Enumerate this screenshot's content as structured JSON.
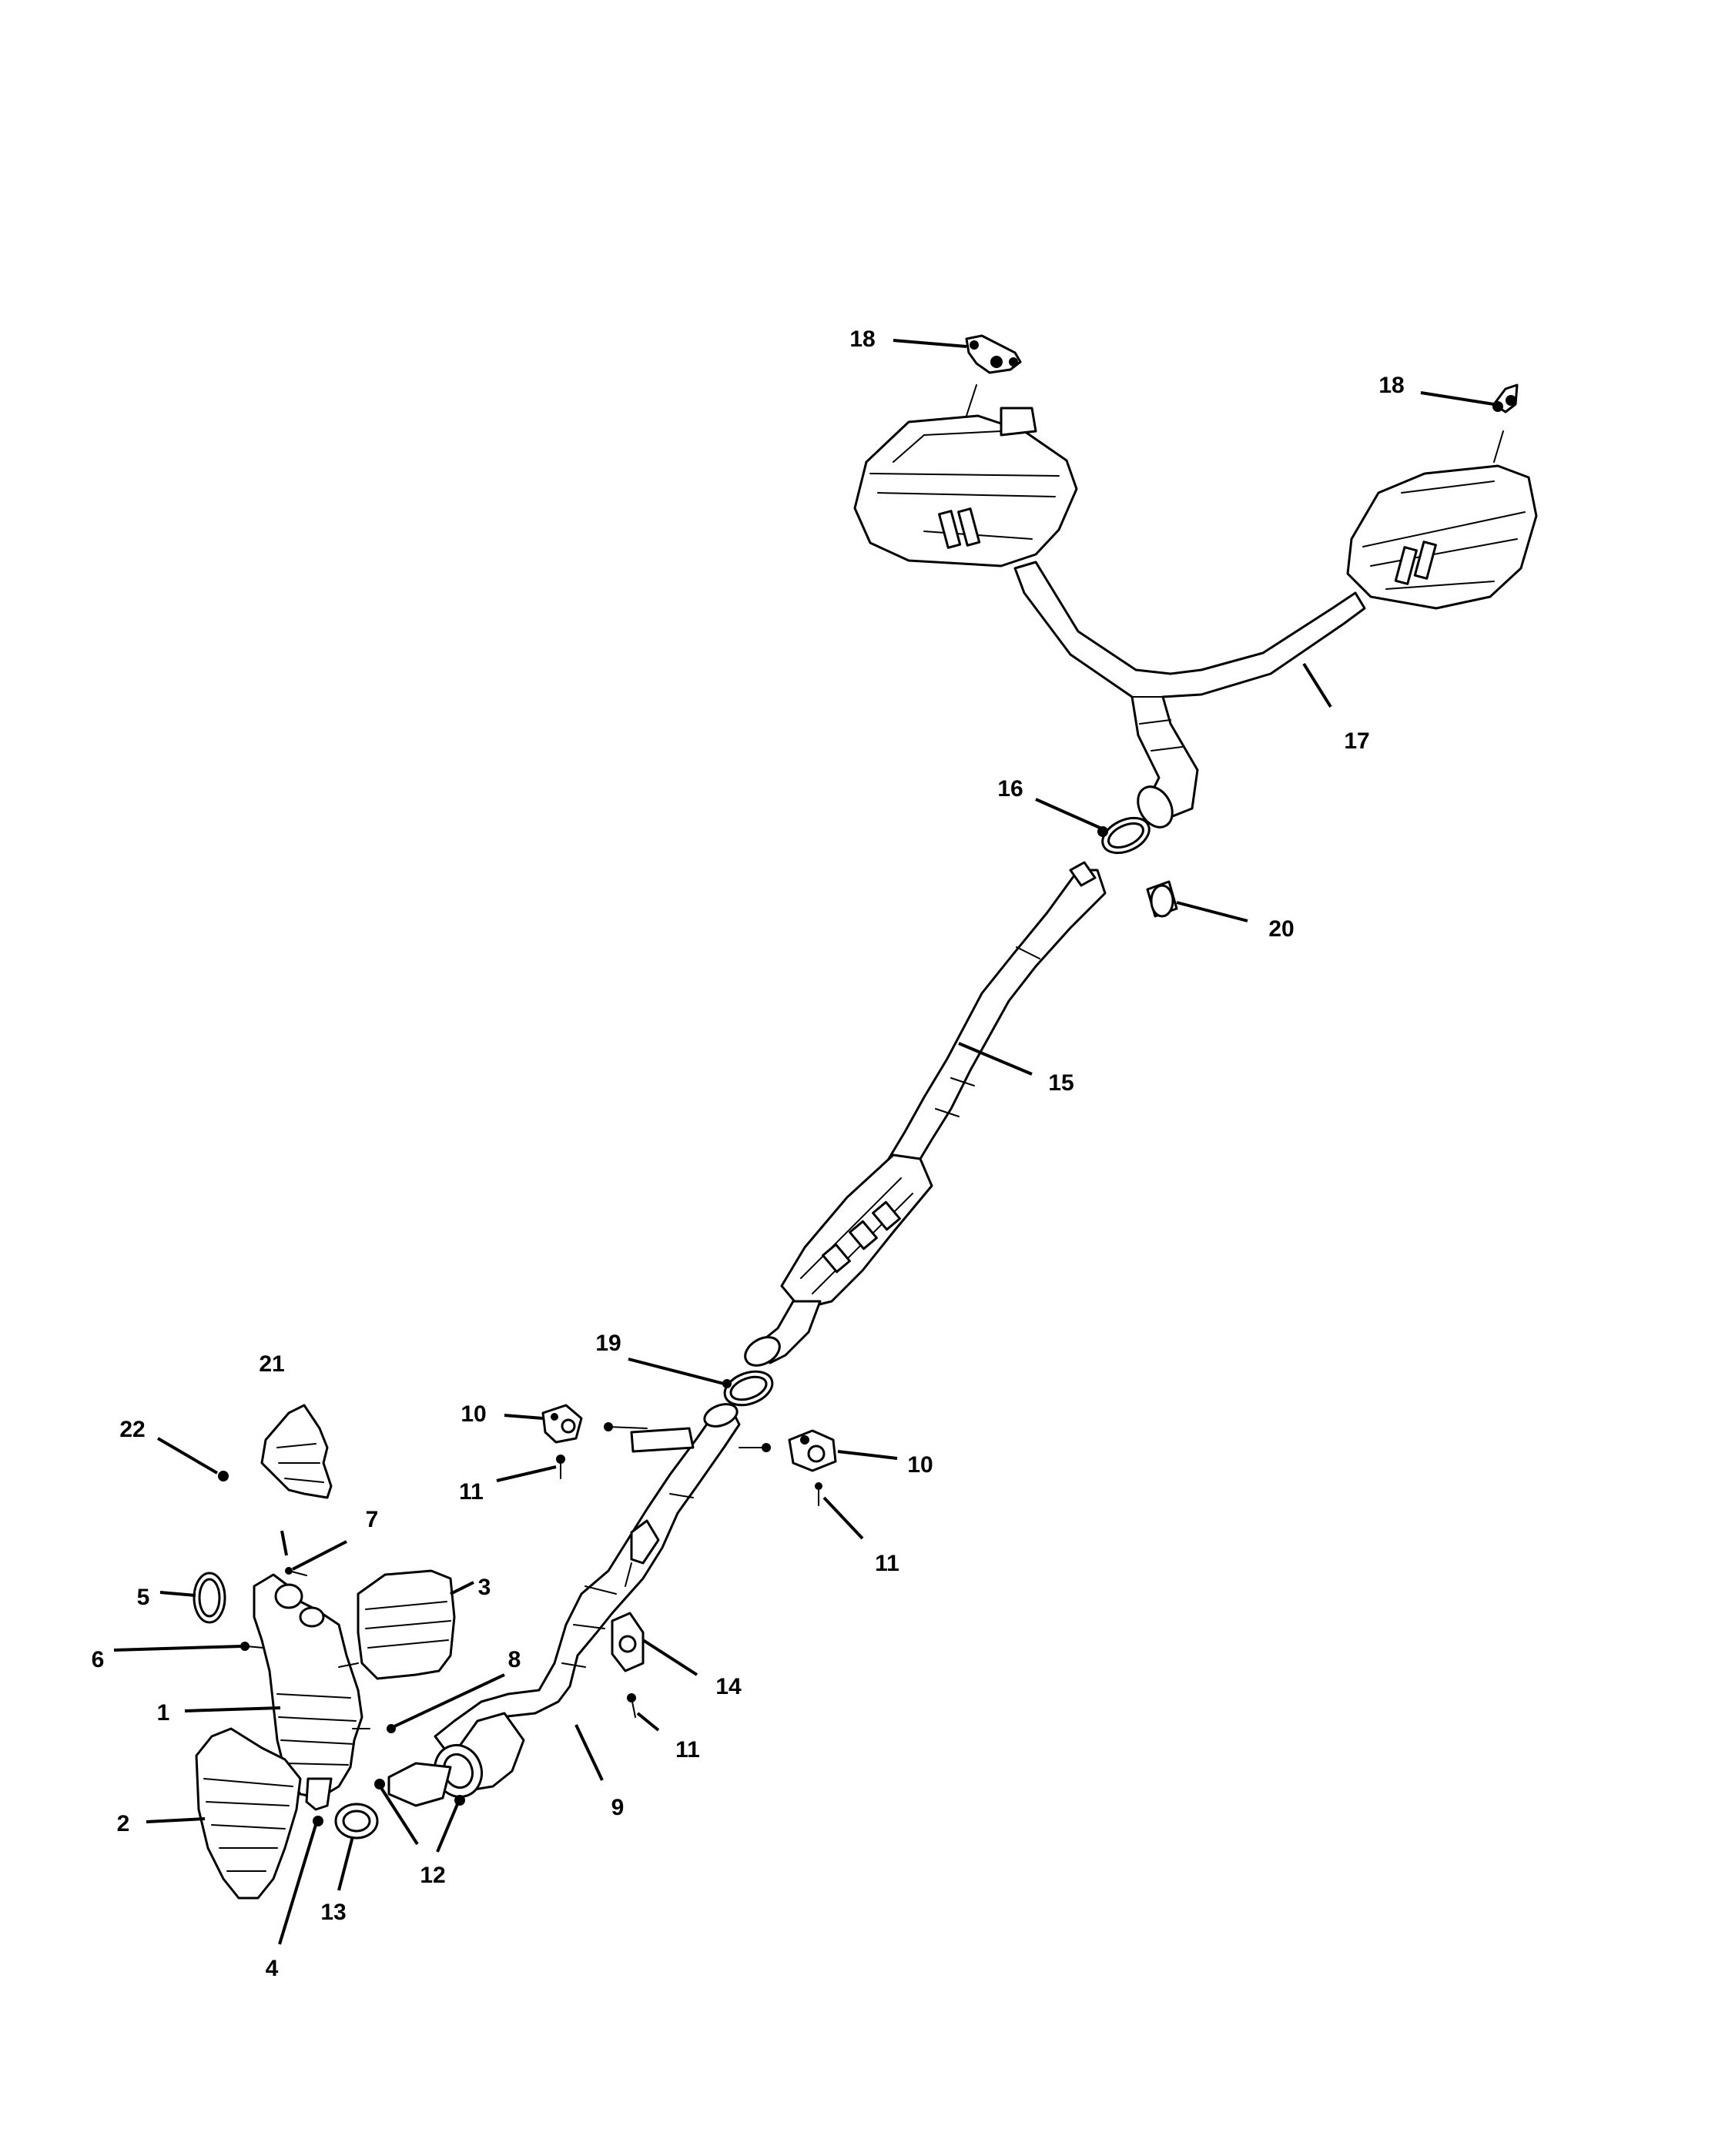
{
  "callouts": [
    {
      "id": "c1",
      "label": "1"
    },
    {
      "id": "c2",
      "label": "2"
    },
    {
      "id": "c3",
      "label": "3"
    },
    {
      "id": "c4",
      "label": "4"
    },
    {
      "id": "c5",
      "label": "5"
    },
    {
      "id": "c6",
      "label": "6"
    },
    {
      "id": "c7",
      "label": "7"
    },
    {
      "id": "c8",
      "label": "8"
    },
    {
      "id": "c9",
      "label": "9"
    },
    {
      "id": "c10a",
      "label": "10"
    },
    {
      "id": "c10b",
      "label": "10"
    },
    {
      "id": "c11a",
      "label": "11"
    },
    {
      "id": "c11b",
      "label": "11"
    },
    {
      "id": "c11c",
      "label": "11"
    },
    {
      "id": "c12",
      "label": "12"
    },
    {
      "id": "c13",
      "label": "13"
    },
    {
      "id": "c14",
      "label": "14"
    },
    {
      "id": "c15",
      "label": "15"
    },
    {
      "id": "c16",
      "label": "16"
    },
    {
      "id": "c17",
      "label": "17"
    },
    {
      "id": "c18a",
      "label": "18"
    },
    {
      "id": "c18b",
      "label": "18"
    },
    {
      "id": "c19",
      "label": "19"
    },
    {
      "id": "c20",
      "label": "20"
    },
    {
      "id": "c21",
      "label": "21"
    },
    {
      "id": "c22",
      "label": "22"
    }
  ]
}
